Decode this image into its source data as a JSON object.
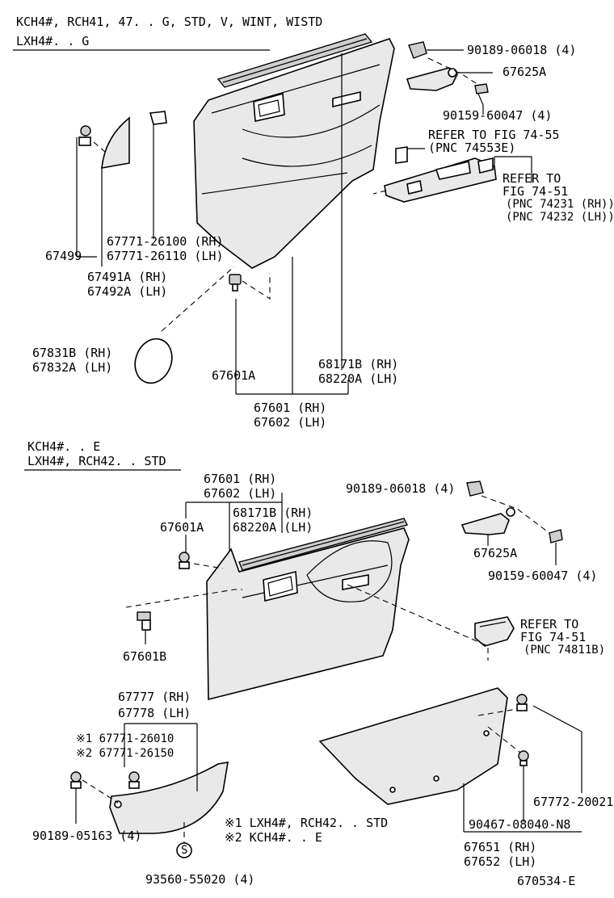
{
  "sections": [
    {
      "applicability_line1": "KCH4#, RCH41, 47. . G, STD, V, WINT, WISTD",
      "applicability_line2": "LXH4#. . G"
    },
    {
      "applicability_line1": "KCH4#. . E",
      "applicability_line2": "LXH4#, RCH42. . STD"
    }
  ],
  "top_labels": {
    "p90189_06018": "90189-06018 (4)",
    "p67625A": "67625A",
    "p90159_60047": "90159-60047 (4)",
    "refer_55": "REFER TO FIG 74-55",
    "refer_55_pnc": "(PNC 74553E)",
    "refer_51_a": "REFER TO",
    "refer_51_b": "FIG 74-51",
    "refer_51_c": "(PNC 74231 (RH))",
    "refer_51_d": "(PNC 74232 (LH))",
    "p67499": "67499",
    "p67771_26100": "67771-26100 (RH)",
    "p67771_26110": "67771-26110 (LH)",
    "p67491A": "67491A (RH)",
    "p67492A": "67492A (LH)",
    "p67831B": "67831B (RH)",
    "p67832A": "67832A (LH)",
    "p67601A": "67601A",
    "p68171B": "68171B (RH)",
    "p68220A": "68220A (LH)",
    "p67601": "67601 (RH)",
    "p67602": "67602 (LH)"
  },
  "bottom_labels": {
    "p67601": "67601 (RH)",
    "p67602": "67602 (LH)",
    "p68171B": "68171B (RH)",
    "p68220A": "68220A (LH)",
    "p67601A": "67601A",
    "p90189_06018": "90189-06018 (4)",
    "p67625A": "67625A",
    "p90159_60047": "90159-60047 (4)",
    "p67601B": "67601B",
    "refer_a": "REFER TO",
    "refer_b": "FIG 74-51",
    "refer_c": "(PNC 74811B)",
    "p67777": "67777 (RH)",
    "p67778": "67778 (LH)",
    "note1_part": "※1 67771-26010",
    "note2_part": "※2 67771-26150",
    "p90189_05163": "90189-05163 (4)",
    "s_mark": "S",
    "p93560_55020": "93560-55020 (4)",
    "footnote1": "※1 LXH4#, RCH42. . STD",
    "footnote2": "※2 KCH4#. . E",
    "p67772_20021": "67772-20021",
    "p90467_08040": "90467-08040-N8",
    "p67651": "67651 (RH)",
    "p67652": "67652 (LH)"
  },
  "figure_id": "670534-E"
}
